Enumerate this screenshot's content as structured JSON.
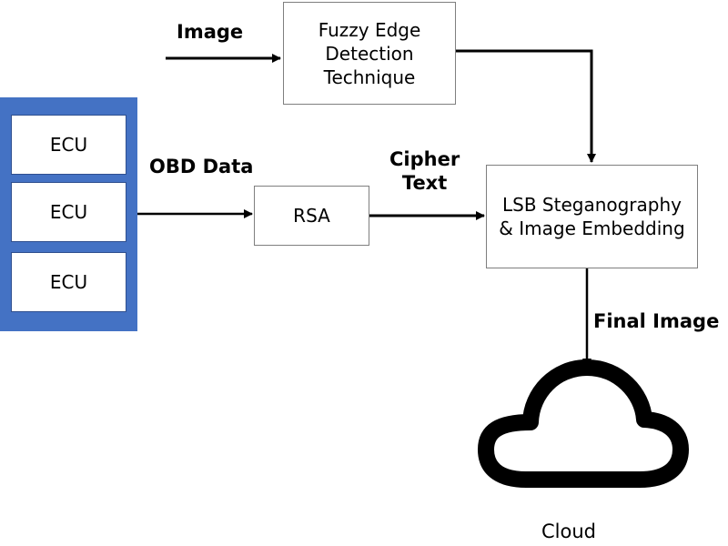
{
  "diagram": {
    "nodes": {
      "ecu_group": {
        "items": [
          {
            "label": "ECU"
          },
          {
            "label": "ECU"
          },
          {
            "label": "ECU"
          }
        ],
        "color": "#4472C4"
      },
      "fuzzy": {
        "label": "Fuzzy Edge\nDetection\nTechnique"
      },
      "rsa": {
        "label": "RSA"
      },
      "lsb": {
        "label": "LSB Steganography\n& Image Embedding"
      },
      "cloud": {
        "label": "Cloud"
      }
    },
    "edge_labels": {
      "image": "Image",
      "obd": "OBD Data",
      "cipher": "Cipher\nText",
      "final": "Final Image"
    },
    "edges": [
      {
        "from": "input-image",
        "to": "fuzzy",
        "label": "Image"
      },
      {
        "from": "ecu_group",
        "to": "rsa",
        "label": "OBD Data"
      },
      {
        "from": "rsa",
        "to": "lsb",
        "label": "Cipher Text"
      },
      {
        "from": "fuzzy",
        "to": "lsb",
        "label": ""
      },
      {
        "from": "lsb",
        "to": "cloud",
        "label": "Final Image"
      }
    ]
  }
}
